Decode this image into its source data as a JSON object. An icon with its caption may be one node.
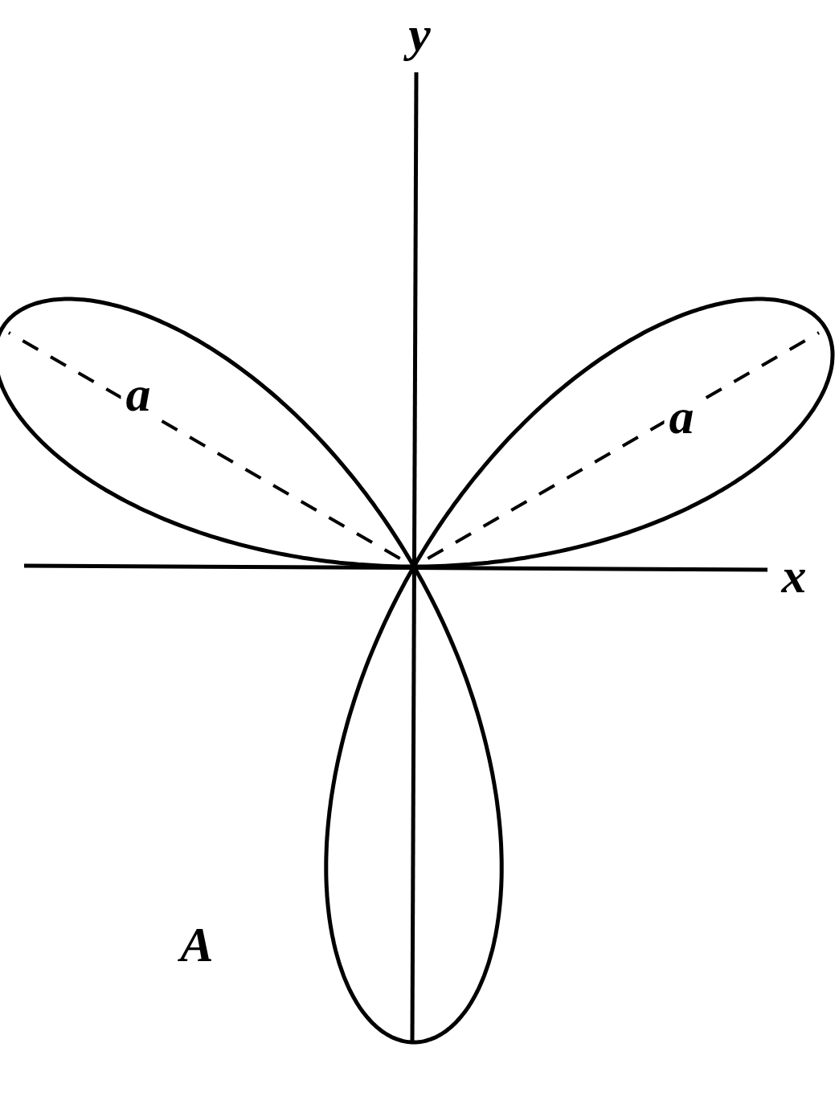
{
  "diagram": {
    "labels": [
      "y",
      "a",
      "a",
      "x",
      "A"
    ]
  }
}
